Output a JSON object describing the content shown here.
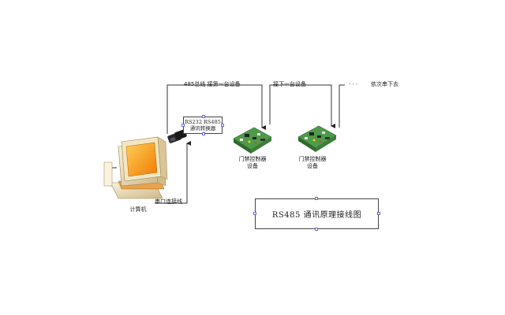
{
  "labels": {
    "bus_first_device": "485总线  接第一台设备",
    "next_device": "接下一台设备",
    "dots": "· · ·",
    "chain_continue": "依次串下去",
    "converter_line1": "RS232  RS485",
    "converter_line2": "通讯转换器",
    "serial_cable": "串口连接线",
    "computer": "计算机",
    "controller1_line1": "门禁控制器",
    "controller1_line2": "设备",
    "controller2_line1": "门禁控制器",
    "controller2_line2": "设备",
    "diagram_title": "RS485 通讯原理接线图"
  },
  "colors": {
    "wire": "#333333",
    "pcb_green": "#4f9a4a",
    "monitor_orange": "#ff9a1a",
    "case_beige": "#e8d9b0",
    "handle_blue": "#6b6bd6"
  },
  "icons": [
    "computer-icon",
    "converter-icon",
    "controller-board-icon"
  ]
}
